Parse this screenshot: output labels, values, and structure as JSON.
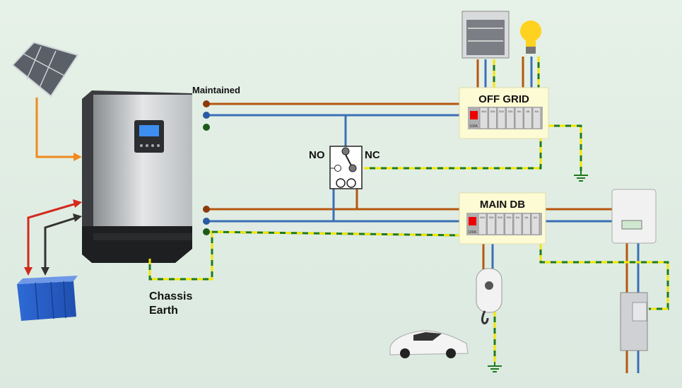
{
  "labels": {
    "maintained": "Maintained",
    "no": "NO",
    "nc": "NC",
    "off_grid": "OFF GRID",
    "main_db": "MAIN DB",
    "chassis": "Chassis",
    "earth": "Earth"
  },
  "breakers": {
    "main": "100A",
    "ways": [
      "40A",
      "32A",
      "32A",
      "32A",
      "6A",
      "6A",
      "6A"
    ]
  },
  "colors": {
    "live": "#b5570f",
    "neutral": "#3b6fb5",
    "earth_green": "#1f7a1f",
    "earth_yellow": "#f2e600",
    "solar": "#f08a1c",
    "battery_pos": "#d22a1e",
    "battery_neg": "#333333",
    "db_box": "#fdfbd3"
  }
}
